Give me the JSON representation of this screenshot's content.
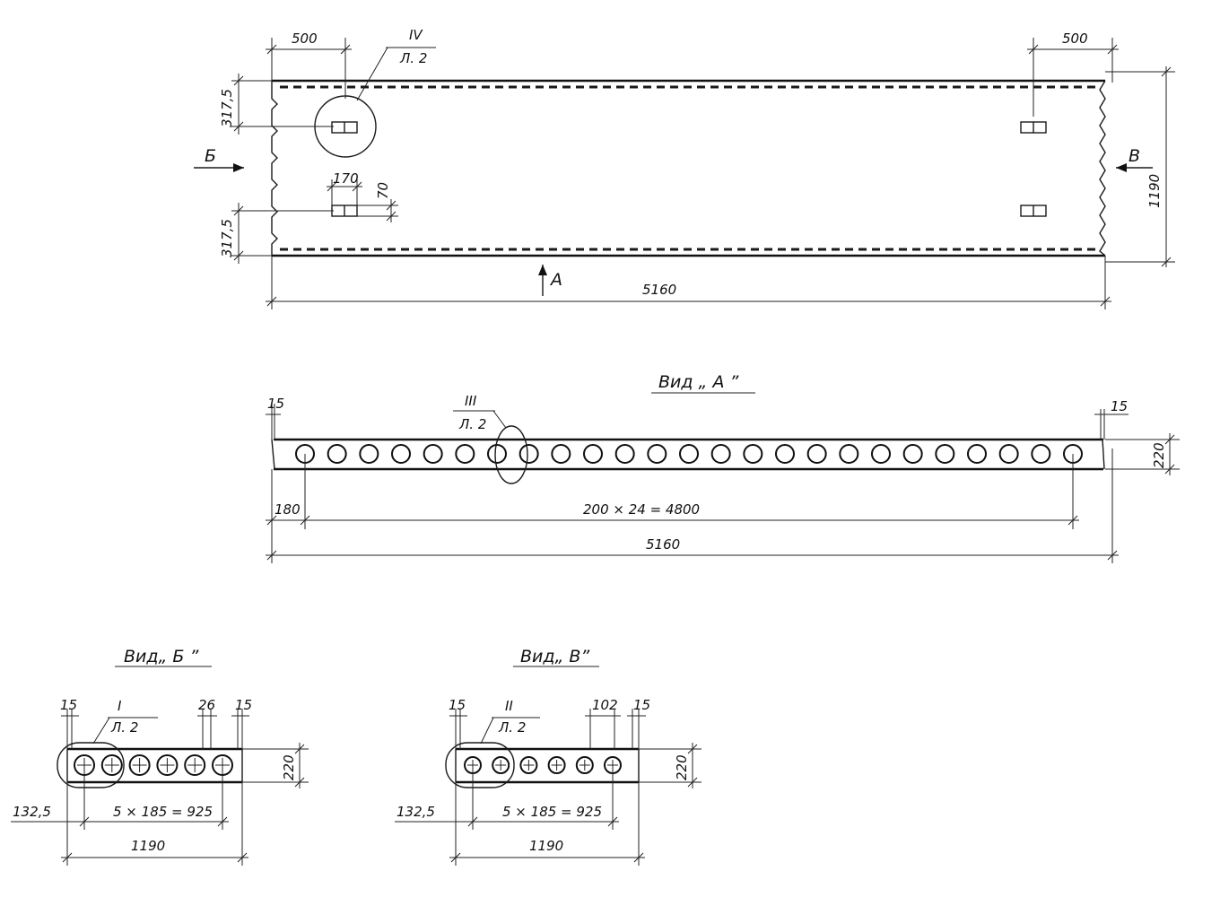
{
  "plan": {
    "dim_left_500": "500",
    "dim_right_500": "500",
    "dim_top_317": "317,5",
    "dim_bottom_317": "317,5",
    "dim_170": "170",
    "dim_70": "70",
    "dim_height": "1190",
    "dim_length": "5160",
    "callout_num": "IV",
    "callout_sheet": "Л. 2",
    "arrow_b": "Б",
    "arrow_v": "В",
    "arrow_a": "А"
  },
  "view_a": {
    "title": "Вид „ А ”",
    "dim_15_left": "15",
    "dim_15_right": "15",
    "callout_num": "III",
    "callout_sheet": "Л. 2",
    "dim_height": "220",
    "dim_180": "180",
    "dim_pitch": "200 × 24 = 4800",
    "dim_length": "5160"
  },
  "view_b": {
    "title": "Вид„ Б ”",
    "dim_15_left": "15",
    "dim_26": "26",
    "dim_15_right": "15",
    "callout_num": "I",
    "callout_sheet": "Л. 2",
    "dim_height": "220",
    "dim_132": "132,5",
    "dim_pitch": "5 × 185 = 925",
    "dim_width": "1190"
  },
  "view_v": {
    "title": "Вид„ В”",
    "dim_15_left": "15",
    "dim_102": "102",
    "dim_15_right": "15",
    "callout_num": "II",
    "callout_sheet": "Л. 2",
    "dim_height": "220",
    "dim_132": "132,5",
    "dim_pitch": "5 × 185 = 925",
    "dim_width": "1190"
  }
}
